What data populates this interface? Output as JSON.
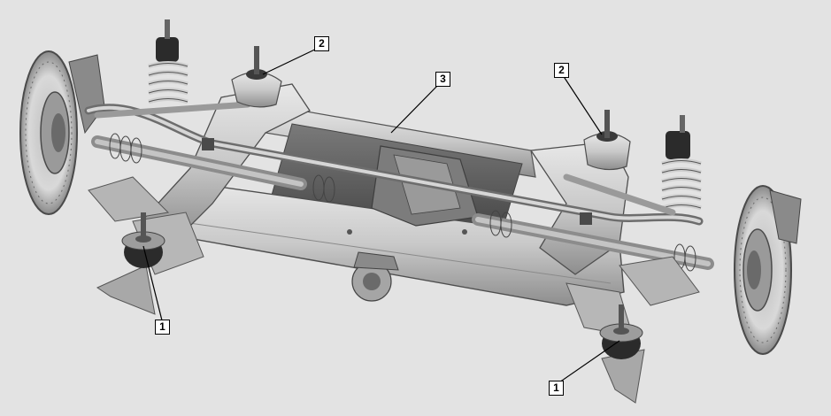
{
  "diagram": {
    "callouts": [
      {
        "id": "c1a",
        "label": "1"
      },
      {
        "id": "c1b",
        "label": "1"
      },
      {
        "id": "c2a",
        "label": "2"
      },
      {
        "id": "c2b",
        "label": "2"
      },
      {
        "id": "c3",
        "label": "3"
      }
    ],
    "colors": {
      "background": "#e3e3e3",
      "metal_light": "#d4d4d4",
      "metal_mid": "#a8a8a8",
      "metal_dark": "#5e5e5e",
      "rubber": "#2b2b2b",
      "leader": "#000000"
    }
  }
}
